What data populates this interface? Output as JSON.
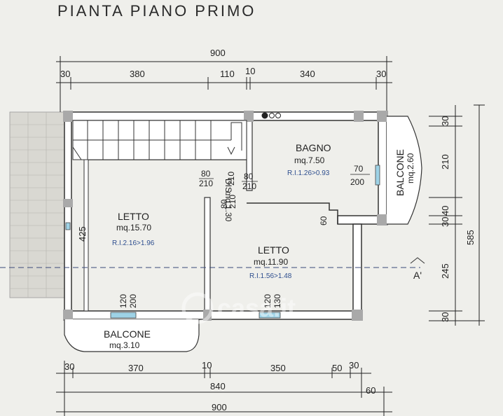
{
  "title": "PIANTA PIANO PRIMO",
  "dims_top": {
    "total": "900",
    "a": "30",
    "b": "380",
    "c": "110",
    "d": "10",
    "e": "340",
    "f": "30"
  },
  "dims_bottom": {
    "a": "30",
    "b": "370",
    "c": "10",
    "d": "350",
    "e": "50",
    "f": "30",
    "sub": "840",
    "sub2": "60",
    "total": "900"
  },
  "dims_right": {
    "a": "30",
    "b": "210",
    "c": "40",
    "d": "30",
    "e": "245",
    "f": "30",
    "total": "585"
  },
  "dims_left": {
    "a": "425"
  },
  "rooms": {
    "bagno": {
      "name": "BAGNO",
      "area": "mq.7.50",
      "ri": "R.I.1.26>0.93"
    },
    "letto1": {
      "name": "LETTO",
      "area": "mq.15.70",
      "ri": "R.I.2.16>1.96"
    },
    "letto2": {
      "name": "LETTO",
      "area": "mq.11.90",
      "ri": "R.I.1.56>1.48"
    },
    "dis": {
      "name": "DIS.",
      "area": "mq.1.30"
    },
    "balcone_bottom": {
      "name": "BALCONE",
      "area": "mq.3.10"
    },
    "balcone_right": {
      "name": "BALCONE",
      "area": "mq.2.60"
    }
  },
  "openings": {
    "door1": {
      "w": "80",
      "h": "210"
    },
    "door2": {
      "w": "80",
      "h": "210"
    },
    "door3": {
      "w": "80",
      "h": "210"
    },
    "dis_dim": "210",
    "win_bagno": {
      "w": "70",
      "h": "200"
    },
    "win_letto1": {
      "w": "120",
      "h": "200"
    },
    "win_letto2": {
      "w": "120",
      "h": "130"
    },
    "d60": "60"
  },
  "section_label": "A'",
  "watermark": "casa.it"
}
